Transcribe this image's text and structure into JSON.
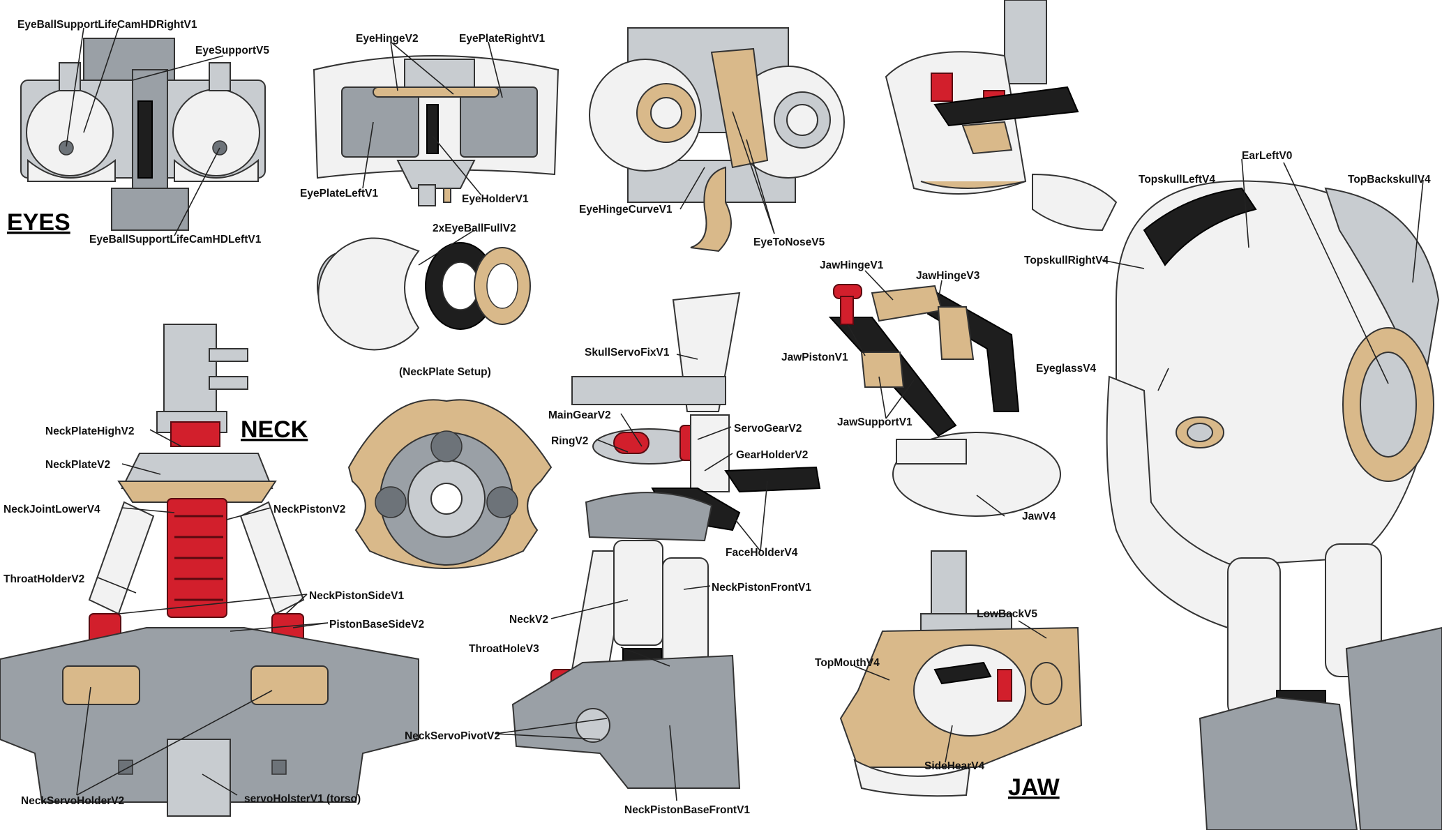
{
  "sections": {
    "eyes": "EYES",
    "neck": "NECK",
    "jaw": "JAW"
  },
  "labels": {
    "eye_ball_support_right": "EyeBallSupportLifeCamHDRightV1",
    "eye_support": "EyeSupportV5",
    "eye_ball_support_left": "EyeBallSupportLifeCamHDLeftV1",
    "eye_hinge": "EyeHingeV2",
    "eye_plate_right": "EyePlateRightV1",
    "eye_plate_left": "EyePlateLeftV1",
    "eye_holder": "EyeHolderV1",
    "eye_ball_full": "2xEyeBallFullV2",
    "eye_hinge_curve": "EyeHingeCurveV1",
    "eye_to_nose": "EyeToNoseV5",
    "neck_plate_setup": "(NeckPlate Setup)",
    "neck_plate_high": "NeckPlateHighV2",
    "neck_plate": "NeckPlateV2",
    "neck_joint_lower": "NeckJointLowerV4",
    "neck_piston": "NeckPistonV2",
    "throat_holder": "ThroatHolderV2",
    "neck_piston_side": "NeckPistonSideV1",
    "piston_base_side": "PistonBaseSideV2",
    "neck_servo_holder": "NeckServoHolderV2",
    "servo_holster": "servoHolsterV1 (torso)",
    "skull_servo_fix": "SkullServoFixV1",
    "main_gear": "MainGearV2",
    "ring": "RingV2",
    "servo_gear": "ServoGearV2",
    "gear_holder": "GearHolderV2",
    "face_holder": "FaceHolderV4",
    "neck_piston_front": "NeckPistonFrontV1",
    "neck": "NeckV2",
    "throat_hole": "ThroatHoleV3",
    "neck_servo_pivot": "NeckServoPivotV2",
    "neck_piston_base_front": "NeckPistonBaseFrontV1",
    "jaw_hinge_1": "JawHingeV1",
    "jaw_hinge_3": "JawHingeV3",
    "jaw_piston": "JawPistonV1",
    "jaw_support": "JawSupportV1",
    "jaw": "JawV4",
    "top_mouth": "TopMouthV4",
    "low_back": "LowBackV5",
    "side_hear": "SideHearV4",
    "ear_left": "EarLeftV0",
    "topskull_left": "TopskullLeftV4",
    "top_backskull": "TopBackskullV4",
    "topskull_right": "TopskullRightV4",
    "eyeglass": "EyeglassV4"
  },
  "colors": {
    "gray_part": "#9aa0a6",
    "light_part": "#c8ccd0",
    "white_part": "#f2f2f2",
    "tan_part": "#d9b98a",
    "black_part": "#1e1e1e",
    "red_part": "#d21f2c"
  }
}
